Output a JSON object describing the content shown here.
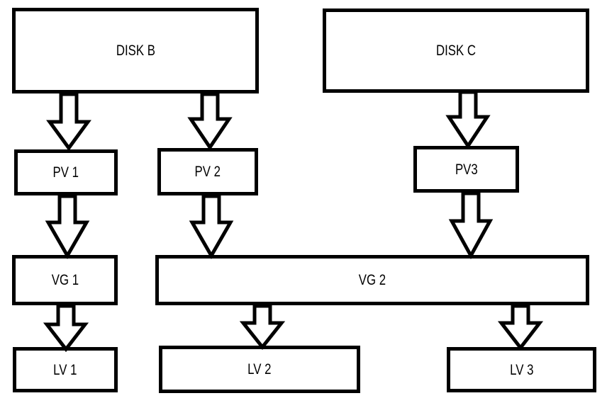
{
  "diagram": {
    "type": "lvm-block-diagram",
    "colors": {
      "line": "#000000",
      "background": "#ffffff",
      "box_fill": "#ffffff"
    },
    "boxes": {
      "disk_b": "DISK B",
      "disk_c": "DISK C",
      "pv1": "PV 1",
      "pv2": "PV 2",
      "pv3": "PV3",
      "vg1": "VG 1",
      "vg2": "VG 2",
      "lv1": "LV 1",
      "lv2": "LV 2",
      "lv3": "LV 3"
    },
    "connections": [
      {
        "from": "DISK B",
        "to": "PV 1"
      },
      {
        "from": "DISK B",
        "to": "PV 2"
      },
      {
        "from": "DISK C",
        "to": "PV3"
      },
      {
        "from": "PV 1",
        "to": "VG 1"
      },
      {
        "from": "PV 2",
        "to": "VG 2"
      },
      {
        "from": "PV3",
        "to": "VG 2"
      },
      {
        "from": "VG 1",
        "to": "LV 1"
      },
      {
        "from": "VG 2",
        "to": "LV 2"
      },
      {
        "from": "VG 2",
        "to": "LV 3"
      }
    ]
  }
}
